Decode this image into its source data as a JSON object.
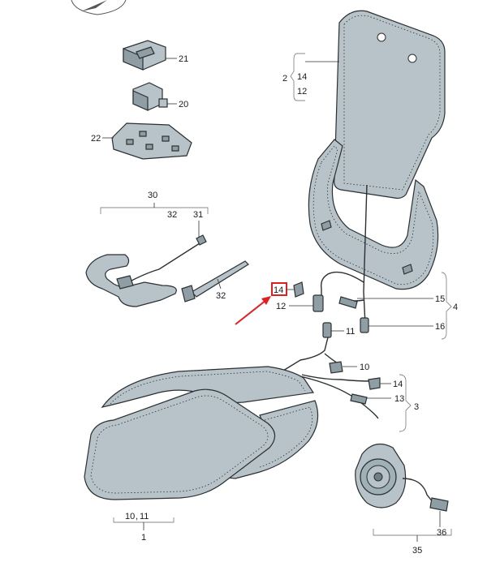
{
  "callouts": {
    "c2": "2",
    "c14_back": "14",
    "c12_back": "12",
    "c21": "21",
    "c20": "20",
    "c22": "22",
    "c30": "30",
    "c32_top": "32",
    "c31": "31",
    "c32_cable": "32",
    "c14_highlight": "14",
    "c12_mid": "12",
    "c15": "15",
    "c4": "4",
    "c16": "16",
    "c11": "11",
    "c10": "10",
    "c14_right": "14",
    "c13": "13",
    "c3": "3",
    "c10_11_a": "10",
    "c10_11_b": "11",
    "c1": "1",
    "c36": "36",
    "c35": "35"
  },
  "highlight": {
    "color": "#e02020",
    "arrow_color": "#e02020"
  },
  "colors": {
    "part_fill": "#b7c3c8",
    "part_dark": "#8f9ea5",
    "outline": "#2b3033"
  }
}
